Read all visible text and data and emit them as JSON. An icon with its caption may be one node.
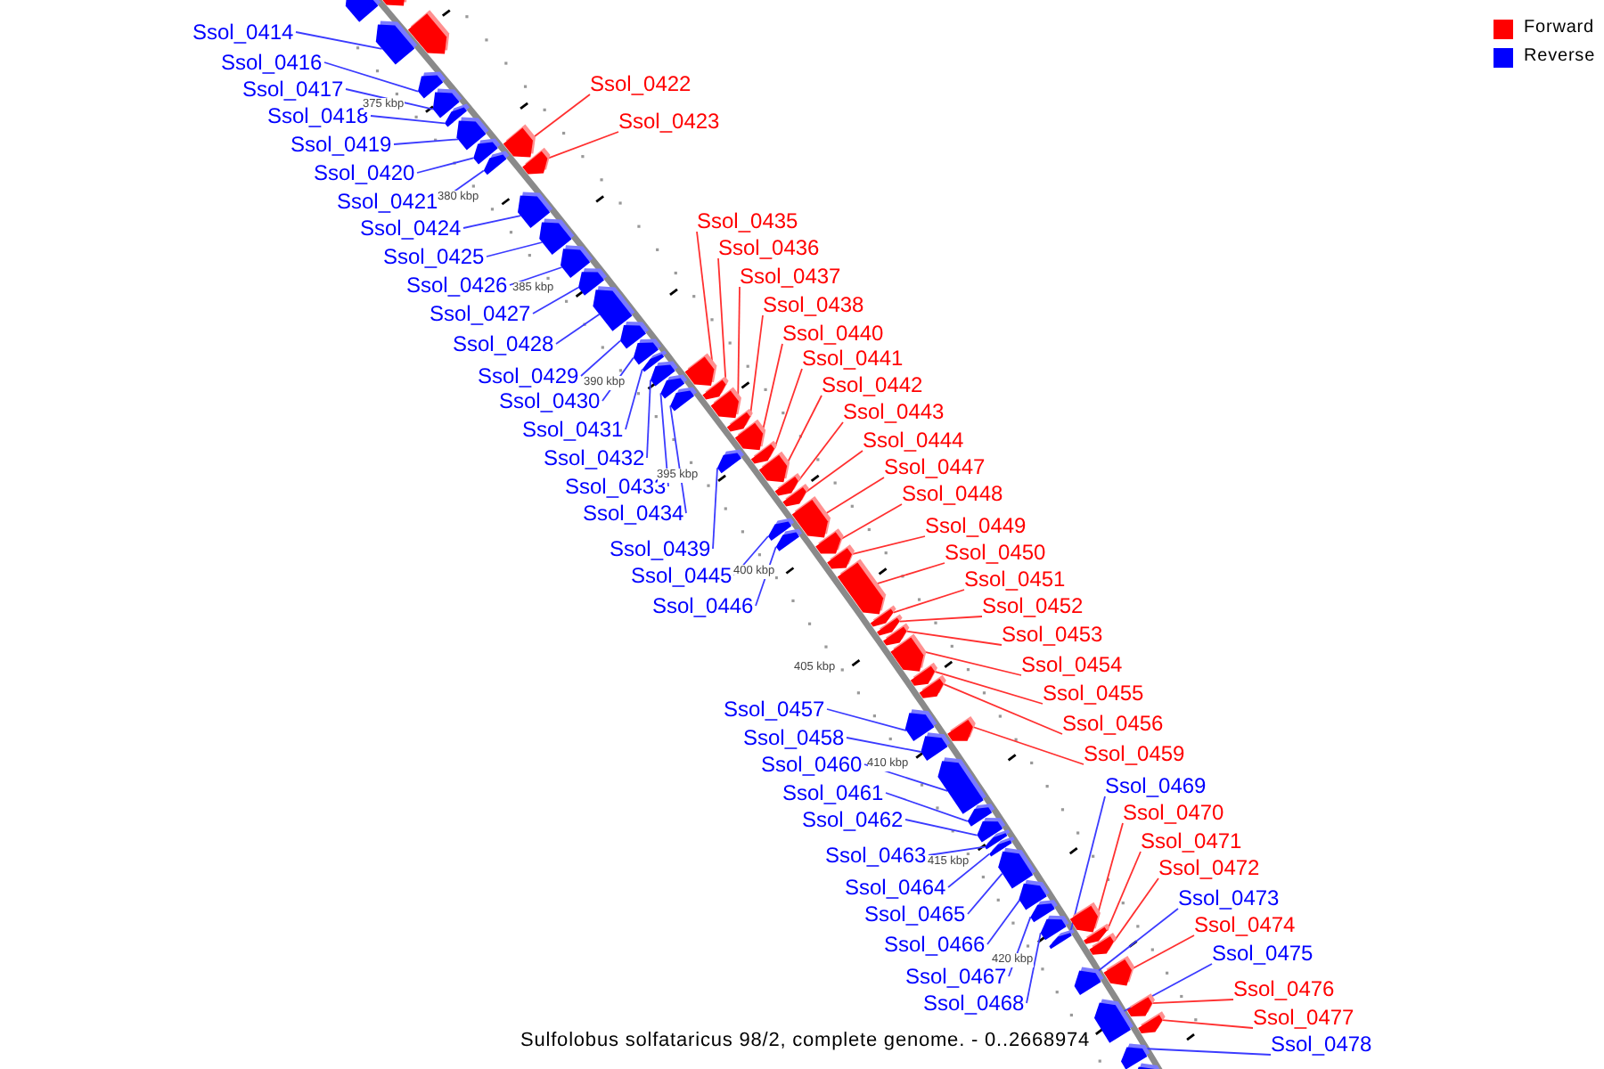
{
  "diagram": {
    "caption": "Sulfolobus solfataricus 98/2, complete genome. - 0..2668974",
    "nodes": [
      {
        "text": [
          "Ssol_0414"
        ]
      },
      {
        "text": [],
        "shape": "box"
      },
      {
        "text": [
          "Ssol_0416"
        ]
      },
      {
        "text": [],
        "shape": "box"
      },
      {
        "text": [
          "Ssol_0417"
        ]
      },
      {
        "text": [],
        "shape": "box"
      },
      {
        "text": [
          "Ssol_0418"
        ]
      },
      {
        "text": [],
        "shape": "box"
      },
      {
        "text": [
          "Ssol_0419"
        ]
      },
      {
        "text": [],
        "shape": "box"
      },
      {
        "text": [
          "Ssol_0420"
        ]
      },
      {
        "text": [],
        "shape": "box"
      },
      {
        "text": [
          "Ssol_0421"
        ]
      },
      {
        "text": [],
        "shape": "box"
      },
      {
        "text": [
          "Ssol_0422"
        ]
      },
      {
        "text": [],
        "shape": "box"
      },
      {
        "text": [
          "Ssol_0423"
        ]
      },
      {
        "text": [],
        "shape": "box"
      },
      {
        "text": [
          "Ssol_0424"
        ]
      },
      {
        "text": [],
        "shape": "box"
      },
      {
        "text": [
          "Ssol_0425"
        ]
      },
      {
        "text": [],
        "shape": "box"
      },
      {
        "text": [
          "Ssol_0426"
        ]
      },
      {
        "text": [],
        "shape": "box"
      },
      {
        "text": [
          "Ssol_0427"
        ]
      },
      {
        "text": [],
        "shape": "box"
      },
      {
        "text": [
          "Ssol_0428"
        ]
      },
      {
        "text": [],
        "shape": "box"
      },
      {
        "text": [
          "Ssol_0429"
        ]
      },
      {
        "text": [],
        "shape": "box"
      },
      {
        "text": [
          "Ssol_0430"
        ]
      },
      {
        "text": [],
        "shape": "box"
      },
      {
        "text": [
          "Ssol_0431"
        ]
      },
      {
        "text": [],
        "shape": "box"
      },
      {
        "text": [
          "Ssol_0432"
        ]
      },
      {
        "text": [],
        "shape": "box"
      },
      {
        "text": [
          "Ssol_0433"
        ]
      },
      {
        "text": [],
        "shape": "box"
      },
      {
        "text": [
          "Ssol_0434"
        ]
      },
      {
        "text": [],
        "shape": "box"
      },
      {
        "text": [
          "Ssol_0435"
        ]
      },
      {
        "text": [],
        "shape": "box"
      },
      {
        "text": [
          "Ssol_0436"
        ]
      },
      {
        "text": [],
        "shape": "box"
      },
      {
        "text": [
          "Ssol_0437"
        ]
      },
      {
        "text": [],
        "shape": "box"
      },
      {
        "text": [
          "Ssol_0438"
        ]
      },
      {
        "text": [],
        "shape": "box"
      },
      {
        "text": [
          "Ssol_0439"
        ]
      },
      {
        "text": [],
        "shape": "box"
      },
      {
        "text": [
          "Ssol_0440"
        ]
      },
      {
        "text": [],
        "shape": "box"
      },
      {
        "text": [
          "Ssol_0441"
        ]
      },
      {
        "text": [],
        "shape": "box"
      },
      {
        "text": [
          "Ssol_0442"
        ]
      },
      {
        "text": [],
        "shape": "box"
      },
      {
        "text": [
          "Ssol_0443"
        ]
      },
      {
        "text": [],
        "shape": "box"
      },
      {
        "text": [
          "Ssol_0444"
        ]
      },
      {
        "text": [],
        "shape": "box"
      },
      {
        "text": [
          "Ssol_0445"
        ]
      },
      {
        "text": [],
        "shape": "box"
      },
      {
        "text": [
          "Ssol_0446"
        ]
      },
      {
        "text": [],
        "shape": "box"
      },
      {
        "text": [
          "Ssol_0447"
        ]
      },
      {
        "text": [],
        "shape": "box"
      },
      {
        "text": [
          "Ssol_0448"
        ]
      },
      {
        "text": [],
        "shape": "box"
      },
      {
        "text": [
          "Ssol_0449"
        ]
      },
      {
        "text": [],
        "shape": "box"
      },
      {
        "text": [
          "Ssol_0450"
        ]
      },
      {
        "text": [],
        "shape": "box"
      },
      {
        "text": [
          "Ssol_0451"
        ]
      },
      {
        "text": [],
        "shape": "box"
      },
      {
        "text": [
          "Ssol_0452"
        ]
      },
      {
        "text": [],
        "shape": "box"
      },
      {
        "text": [
          "Ssol_0453"
        ]
      },
      {
        "text": [],
        "shape": "box"
      },
      {
        "text": [
          "Ssol_0454"
        ]
      },
      {
        "text": [],
        "shape": "box"
      },
      {
        "text": [
          "Ssol_0455"
        ]
      },
      {
        "text": [],
        "shape": "box"
      },
      {
        "text": [
          "Ssol_0456"
        ]
      },
      {
        "text": [],
        "shape": "box"
      },
      {
        "text": [
          "Ssol_0457"
        ]
      },
      {
        "text": [],
        "shape": "box"
      },
      {
        "text": [
          "Ssol_0458"
        ]
      },
      {
        "text": [],
        "shape": "box"
      },
      {
        "text": [
          "Ssol_0459"
        ]
      },
      {
        "text": [],
        "shape": "box"
      },
      {
        "text": [
          "Ssol_0460"
        ]
      },
      {
        "text": [],
        "shape": "box"
      },
      {
        "text": [
          "Ssol_0461"
        ]
      },
      {
        "text": [],
        "shape": "box"
      },
      {
        "text": [
          "Ssol_0462"
        ]
      },
      {
        "text": [],
        "shape": "box"
      },
      {
        "text": [
          "Ssol_0463"
        ]
      },
      {
        "text": [],
        "shape": "box"
      },
      {
        "text": [
          "Ssol_0464"
        ]
      },
      {
        "text": [],
        "shape": "box"
      },
      {
        "text": [
          "Ssol_0465"
        ]
      },
      {
        "text": [],
        "shape": "box"
      },
      {
        "text": [
          "Ssol_0466"
        ]
      },
      {
        "text": [],
        "shape": "box"
      },
      {
        "text": [
          "Ssol_0467"
        ]
      },
      {
        "text": [],
        "shape": "box"
      },
      {
        "text": [
          "Ssol_0468"
        ]
      },
      {
        "text": [],
        "shape": "box"
      },
      {
        "text": [
          "Ssol_0469"
        ]
      },
      {
        "text": [],
        "shape": "box"
      },
      {
        "text": [
          "Ssol_0470"
        ]
      },
      {
        "text": [],
        "shape": "box"
      },
      {
        "text": [
          "Ssol_0471"
        ]
      },
      {
        "text": [],
        "shape": "box"
      },
      {
        "text": [
          "Ssol_0472"
        ]
      },
      {
        "text": [],
        "shape": "box"
      },
      {
        "text": [
          "Ssol_0473"
        ]
      },
      {
        "text": [],
        "shape": "box"
      },
      {
        "text": [
          "Ssol_0474"
        ]
      },
      {
        "text": [],
        "shape": "box"
      },
      {
        "text": [
          "Ssol_0475"
        ]
      },
      {
        "text": [],
        "shape": "box"
      },
      {
        "text": [
          "Ssol_0476"
        ]
      },
      {
        "text": [],
        "shape": "box"
      },
      {
        "text": [
          "Ssol_0477"
        ]
      },
      {
        "text": [],
        "shape": "box"
      },
      {
        "text": [
          "Ssol_0478"
        ]
      },
      {
        "text": [],
        "shape": "box"
      },
      {
        "text": [],
        "shape": "box"
      },
      {
        "text": [],
        "shape": "box"
      },
      {
        "text": [],
        "shape": "box"
      },
      {
        "text": [],
        "shape": "box"
      }
    ],
    "edges": [
      {
        "from": 0,
        "to": 1,
        "arrow": "none"
      },
      {
        "from": 2,
        "to": 3,
        "arrow": "none"
      },
      {
        "from": 4,
        "to": 5,
        "arrow": "none"
      },
      {
        "from": 6,
        "to": 7,
        "arrow": "none"
      },
      {
        "from": 8,
        "to": 9,
        "arrow": "none"
      },
      {
        "from": 10,
        "to": 11,
        "arrow": "none"
      },
      {
        "from": 12,
        "to": 13,
        "arrow": "none"
      },
      {
        "from": 14,
        "to": 15,
        "arrow": "none",
        "color": "#ff3030"
      },
      {
        "from": 16,
        "to": 17,
        "arrow": "none",
        "color": "#ff3030"
      },
      {
        "from": 18,
        "to": 19,
        "arrow": "none"
      },
      {
        "from": 20,
        "to": 21,
        "arrow": "none"
      },
      {
        "from": 22,
        "to": 23,
        "arrow": "none"
      },
      {
        "from": 24,
        "to": 25,
        "arrow": "none"
      },
      {
        "from": 26,
        "to": 27,
        "arrow": "none"
      },
      {
        "from": 28,
        "to": 29,
        "arrow": "none"
      },
      {
        "from": 30,
        "to": 31,
        "arrow": "none"
      },
      {
        "from": 32,
        "to": 33,
        "arrow": "none"
      },
      {
        "from": 34,
        "to": 35,
        "arrow": "none"
      },
      {
        "from": 36,
        "to": 37,
        "arrow": "none"
      },
      {
        "from": 38,
        "to": 39,
        "arrow": "none"
      },
      {
        "from": 40,
        "to": 41,
        "arrow": "none",
        "color": "#ff3030"
      },
      {
        "from": 42,
        "to": 43,
        "arrow": "none",
        "color": "#ff3030"
      },
      {
        "from": 44,
        "to": 45,
        "arrow": "none",
        "color": "#ff3030"
      },
      {
        "from": 46,
        "to": 47,
        "arrow": "none",
        "color": "#ff3030"
      },
      {
        "from": 48,
        "to": 49,
        "arrow": "none"
      },
      {
        "from": 50,
        "to": 51,
        "arrow": "none",
        "color": "#ff3030"
      },
      {
        "from": 52,
        "to": 53,
        "arrow": "none",
        "color": "#ff3030"
      },
      {
        "from": 54,
        "to": 55,
        "arrow": "none",
        "color": "#ff3030"
      },
      {
        "from": 56,
        "to": 57,
        "arrow": "none",
        "color": "#ff3030"
      },
      {
        "from": 58,
        "to": 59,
        "arrow": "none",
        "color": "#ff3030"
      },
      {
        "from": 60,
        "to": 61,
        "arrow": "none"
      },
      {
        "from": 62,
        "to": 63,
        "arrow": "none"
      },
      {
        "from": 64,
        "to": 65,
        "arrow": "none",
        "color": "#ff3030"
      },
      {
        "from": 66,
        "to": 67,
        "arrow": "none",
        "color": "#ff3030"
      },
      {
        "from": 68,
        "to": 69,
        "arrow": "none",
        "color": "#ff3030"
      },
      {
        "from": 70,
        "to": 71,
        "arrow": "none",
        "color": "#ff3030"
      },
      {
        "from": 72,
        "to": 73,
        "arrow": "none",
        "color": "#ff3030"
      },
      {
        "from": 74,
        "to": 75,
        "arrow": "none",
        "color": "#ff3030"
      },
      {
        "from": 76,
        "to": 77,
        "arrow": "none",
        "color": "#ff3030"
      },
      {
        "from": 78,
        "to": 79,
        "arrow": "none",
        "color": "#ff3030"
      },
      {
        "from": 80,
        "to": 81,
        "arrow": "none",
        "color": "#ff3030"
      },
      {
        "from": 82,
        "to": 83,
        "arrow": "none",
        "color": "#ff3030"
      },
      {
        "from": 84,
        "to": 85,
        "arrow": "none"
      },
      {
        "from": 86,
        "to": 87,
        "arrow": "none"
      },
      {
        "from": 88,
        "to": 89,
        "arrow": "none",
        "color": "#ff3030"
      },
      {
        "from": 90,
        "to": 91,
        "arrow": "none"
      },
      {
        "from": 92,
        "to": 93,
        "arrow": "none"
      },
      {
        "from": 94,
        "to": 95,
        "arrow": "none"
      },
      {
        "from": 96,
        "to": 97,
        "arrow": "none"
      },
      {
        "from": 98,
        "to": 99,
        "arrow": "none"
      },
      {
        "from": 100,
        "to": 101,
        "arrow": "none"
      },
      {
        "from": 102,
        "to": 103,
        "arrow": "none"
      },
      {
        "from": 104,
        "to": 105,
        "arrow": "none"
      },
      {
        "from": 106,
        "to": 107,
        "arrow": "none"
      },
      {
        "from": 108,
        "to": 109,
        "arrow": "none"
      },
      {
        "from": 110,
        "to": 111,
        "arrow": "none",
        "color": "#ff3030"
      },
      {
        "from": 112,
        "to": 113,
        "arrow": "none",
        "color": "#ff3030"
      },
      {
        "from": 114,
        "to": 115,
        "arrow": "none",
        "color": "#ff3030"
      },
      {
        "from": 116,
        "to": 117,
        "arrow": "none"
      },
      {
        "from": 118,
        "to": 119,
        "arrow": "none",
        "color": "#ff3030"
      },
      {
        "from": 120,
        "to": 121,
        "arrow": "none"
      },
      {
        "from": 122,
        "to": 123,
        "arrow": "none",
        "color": "#ff3030"
      },
      {
        "from": 124,
        "to": 125,
        "arrow": "none",
        "color": "#ff3030"
      },
      {
        "from": 126,
        "to": 127,
        "arrow": "none"
      }
    ],
    "labels": [
      "375 kbp",
      "380 kbp",
      "385 kbp",
      "390 kbp",
      "395 kbp",
      "400 kbp",
      "405 kbp",
      "410 kbp",
      "415 kbp",
      "420 kbp"
    ],
    "legend": [
      {
        "text": "Forward",
        "color": "#ff0000"
      },
      {
        "text": "Reverse",
        "color": "#0000ff"
      }
    ]
  }
}
